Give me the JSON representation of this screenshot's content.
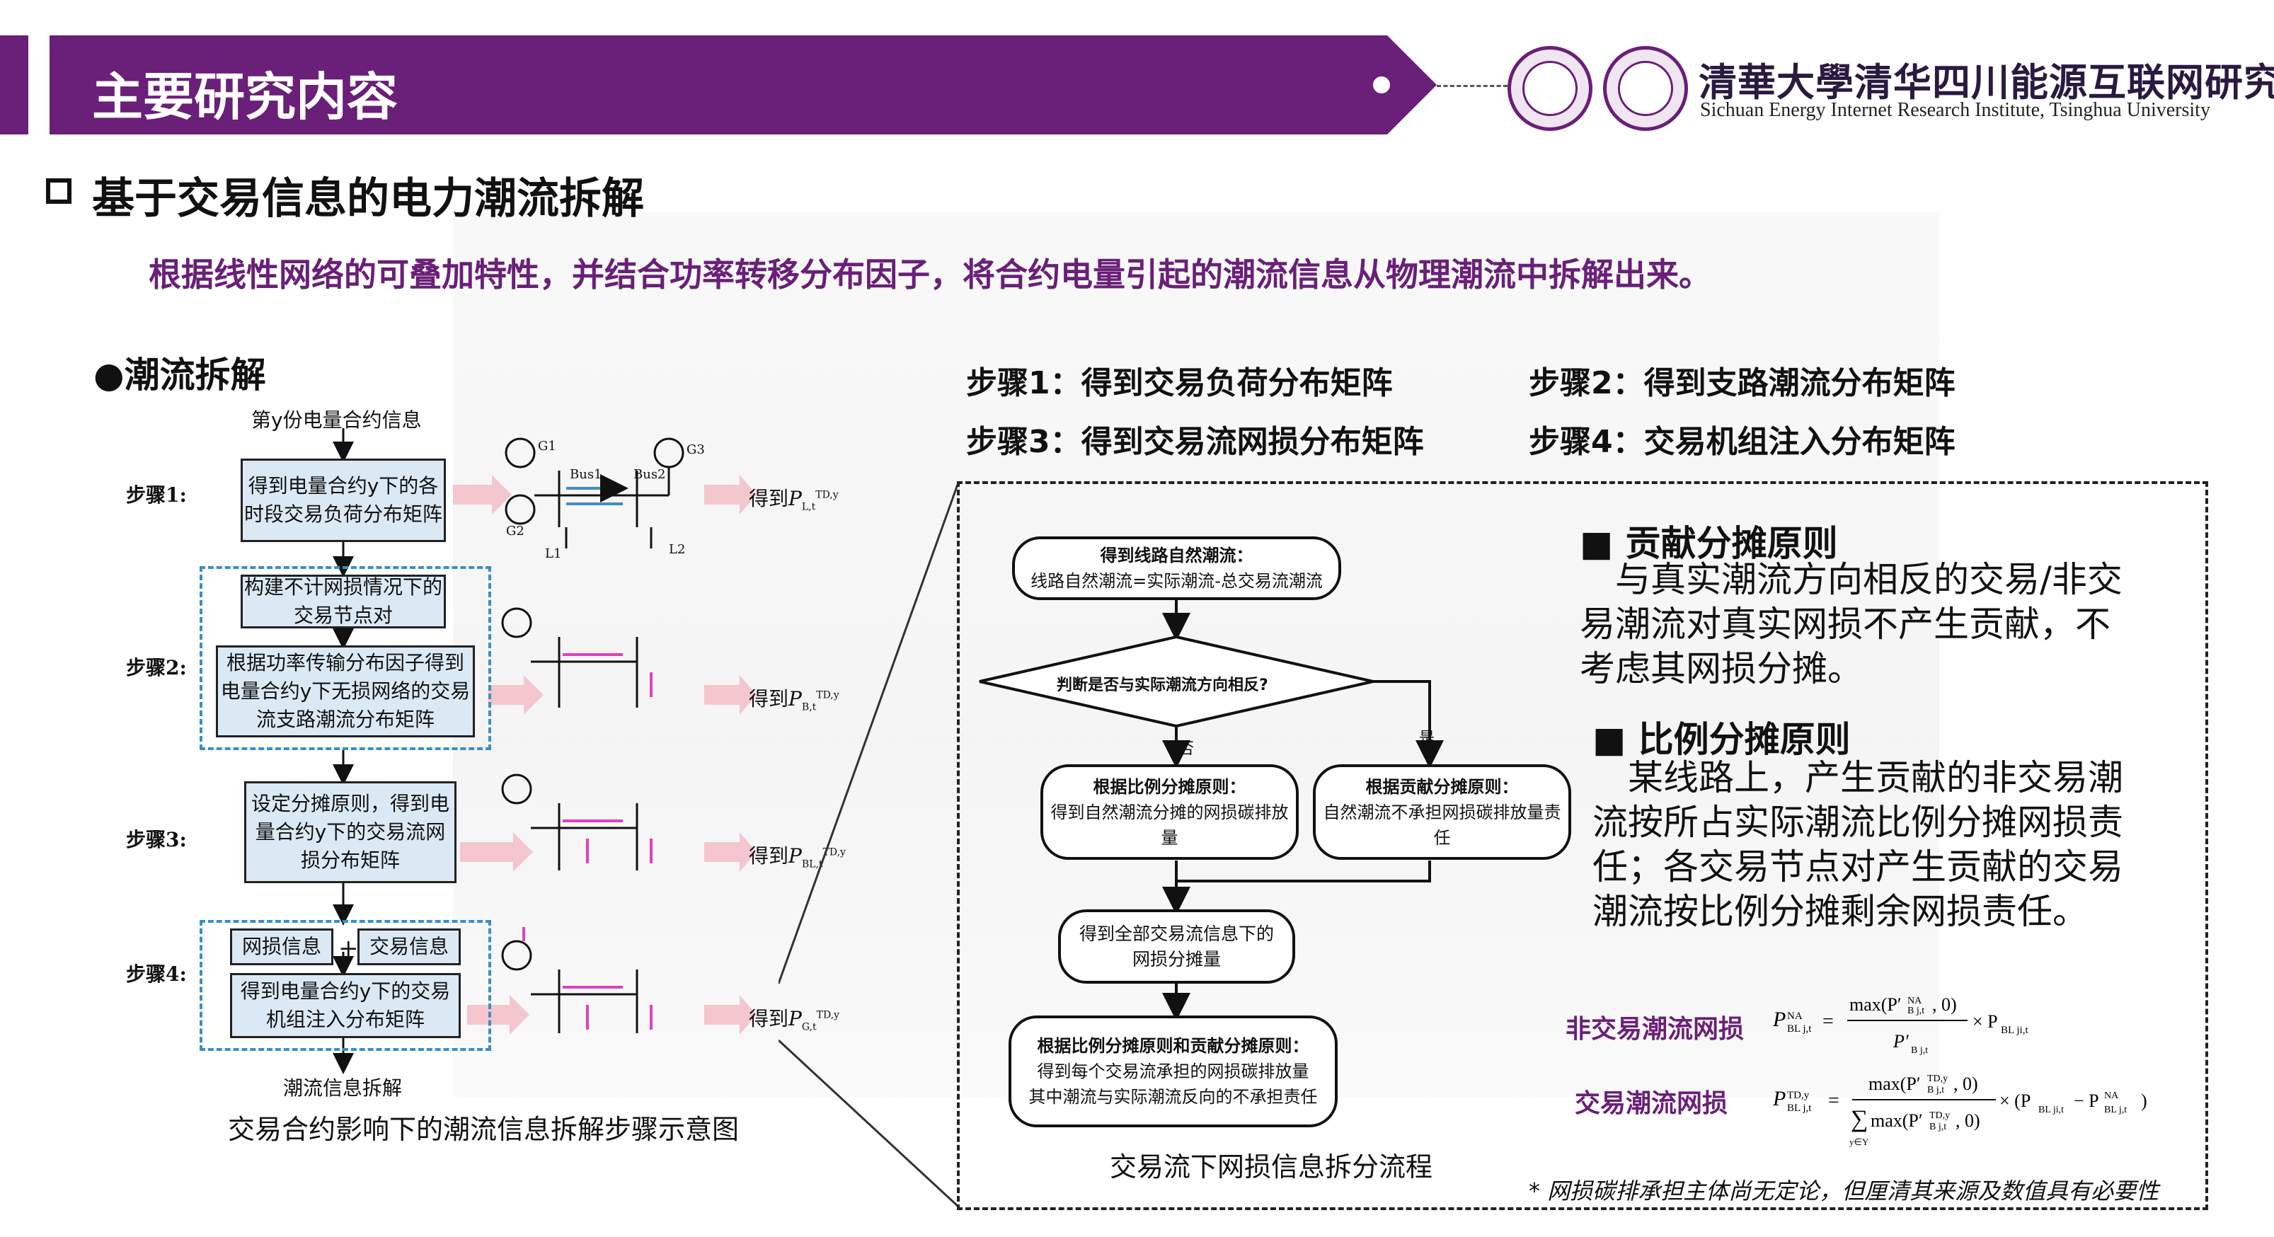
{
  "header": {
    "title": "主要研究内容",
    "institute_cn": "清華大學清华四川能源互联网研究院",
    "institute_en": "Sichuan Energy Internet Research Institute, Tsinghua University",
    "accent_color": "#6a1f78"
  },
  "section": {
    "title": "基于交易信息的电力潮流拆解",
    "subtitle": "根据线性网络的可叠加特性，并结合功率转移分布因子，将合约电量引起的潮流信息从物理潮流中拆解出来。",
    "bullet": "●潮流拆解"
  },
  "steps_summary": {
    "step1": "步骤1：得到交易负荷分布矩阵",
    "step2": "步骤2：得到支路潮流分布矩阵",
    "step3": "步骤3：得到交易流网损分布矩阵",
    "step4": "步骤4：交易机组注入分布矩阵"
  },
  "left_diagram": {
    "input_label": "第y份电量合约信息",
    "step_labels": [
      "步骤1:",
      "步骤2:",
      "步骤3:",
      "步骤4:"
    ],
    "boxes": {
      "s1": "得到电量合约y下的各时段交易负荷分布矩阵",
      "s2a": "构建不计网损情况下的交易节点对",
      "s2b": "根据功率传输分布因子得到电量合约y下无损网络的交易流支路潮流分布矩阵",
      "s3": "设定分摊原则，得到电量合约y下的交易流网损分布矩阵",
      "s4a": "网损信息",
      "s4plus": "+",
      "s4b": "交易信息",
      "s4c": "得到电量合约y下的交易机组注入分布矩阵"
    },
    "outputs": [
      "得到P L,t TD,y",
      "得到P B,t TD,y",
      "得到P BL,t TD,y",
      "得到P G,t TD,y"
    ],
    "output_label": "得到",
    "output_symbols": [
      "P",
      "P",
      "P",
      "P"
    ],
    "output_subs": [
      "L,t",
      "B,t",
      "BL,t",
      "G,t"
    ],
    "output_sups": [
      "TD,y",
      "TD,y",
      "TD,y",
      "TD,y"
    ],
    "bottom_label": "潮流信息拆解",
    "caption": "交易合约影响下的潮流信息拆解步骤示意图",
    "net_labels": [
      "G1",
      "G2",
      "G3",
      "Bus1",
      "Bus2",
      "L1",
      "L2"
    ]
  },
  "flowchart": {
    "n1_title": "得到线路自然潮流：",
    "n1_text": "线路自然潮流=实际潮流-总交易流潮流",
    "decision": "判断是否与实际潮流方向相反?",
    "no": "否",
    "yes": "是",
    "left_title": "根据比例分摊原则：",
    "left_text": "得到自然潮流分摊的网损碳排放量",
    "right_title": "根据贡献分摊原则：",
    "right_text": "自然潮流不承担网损碳排放量责任",
    "n4_text1": "得到全部交易流信息下的",
    "n4_text2": "网损分摊量",
    "n5_title": "根据比例分摊原则和贡献分摊原则：",
    "n5_text1": "得到每个交易流承担的网损碳排放量",
    "n5_text2": "其中潮流与实际潮流反向的不承担责任",
    "caption": "交易流下网损信息拆分流程"
  },
  "principles": {
    "p1_title": "贡献分摊原则",
    "p1_text": "与真实潮流方向相反的交易/非交易潮流对真实网损不产生贡献，不考虑其网损分摊。",
    "p2_title": "比例分摊原则",
    "p2_text": "某线路上，产生贡献的非交易潮流按所占实际潮流比例分摊网损责任；各交易节点对产生贡献的交易潮流按比例分摊剩余网损责任。"
  },
  "formulas": {
    "f1_label": "非交易潮流网损",
    "f2_label": "交易潮流网损"
  },
  "note": "* 网损碳排承担主体尚无定论，但厘清其来源及数值具有必要性"
}
